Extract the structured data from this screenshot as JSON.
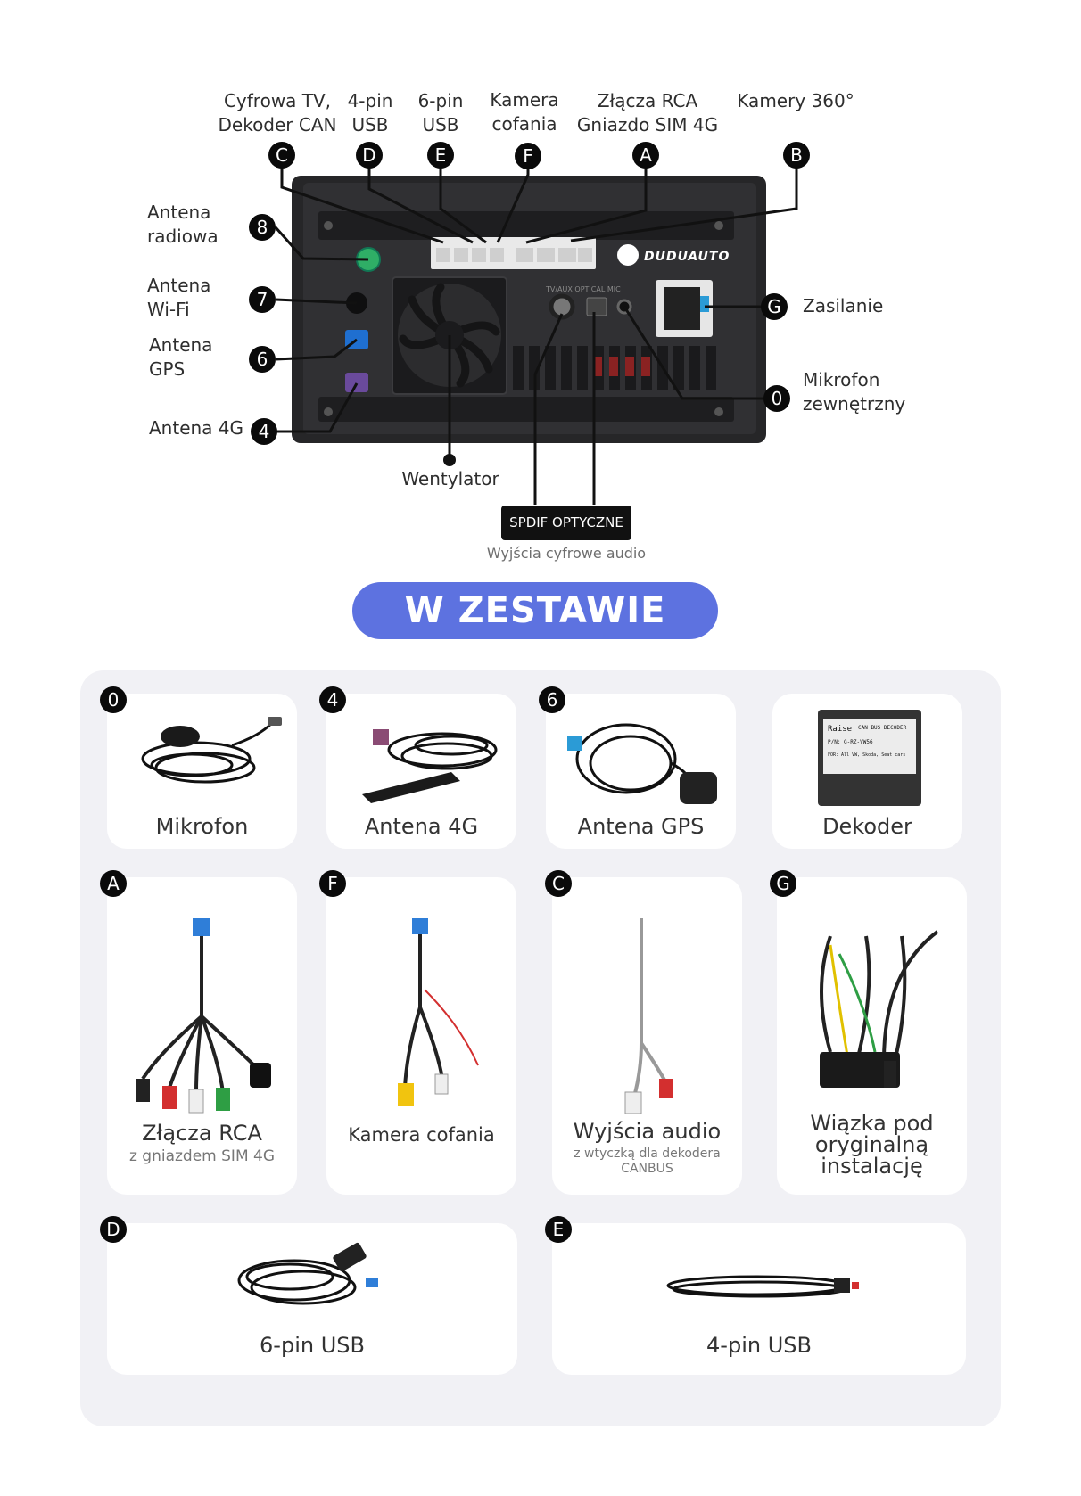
{
  "top_labels": [
    {
      "text": "Cyfrowa TV,\nDekoder CAN",
      "badge": "C"
    },
    {
      "text": "4-pin\nUSB",
      "badge": "D"
    },
    {
      "text": "6-pin\nUSB",
      "badge": "E"
    },
    {
      "text": "Kamera\ncofania",
      "badge": "F"
    },
    {
      "text": "Złącza RCA\nGniazdo SIM 4G",
      "badge": "A"
    },
    {
      "text": "Kamery 360°",
      "badge": "B"
    }
  ],
  "left_labels": [
    {
      "text": "Antena\nradiowa",
      "badge": "8"
    },
    {
      "text": "Antena\nWi-Fi",
      "badge": "7"
    },
    {
      "text": "Antena\nGPS",
      "badge": "6"
    },
    {
      "text": "Antena 4G",
      "badge": "4"
    }
  ],
  "right_labels": [
    {
      "text": "Zasilanie",
      "badge": "G"
    },
    {
      "text": "Mikrofon\nzewnętrzny",
      "badge": "0"
    }
  ],
  "fan_label": "Wentylator",
  "unit_brand": "DUDUAUTO",
  "unit_print": "TV/AUX OPTICAL MIC",
  "spdif_label": "SPDIF  OPTYCZNE",
  "spdif_sub": "Wyjścia cyfrowe audio",
  "section_title": "W ZESTAWIE",
  "kit": [
    {
      "badge": "0",
      "title": "Mikrofon",
      "sub": "",
      "icon": "microphone-icon"
    },
    {
      "badge": "4",
      "title": "Antena 4G",
      "sub": "",
      "icon": "antenna-4g-icon"
    },
    {
      "badge": "6",
      "title": "Antena GPS",
      "sub": "",
      "icon": "gps-antenna-icon"
    },
    {
      "badge": "",
      "title": "Dekoder",
      "sub": "",
      "icon": "decoder-icon"
    },
    {
      "badge": "A",
      "title": "Złącza RCA",
      "sub": "z gniazdem SIM 4G",
      "icon": "rca-cable-icon"
    },
    {
      "badge": "F",
      "title": "Kamera cofania",
      "sub": "",
      "icon": "camera-cable-icon"
    },
    {
      "badge": "C",
      "title": "Wyjścia audio",
      "sub": "z wtyczką dla dekodera\nCANBUS",
      "icon": "audio-cable-icon"
    },
    {
      "badge": "G",
      "title": "Wiązka pod\noryginalną\ninstalację",
      "sub": "",
      "icon": "harness-icon"
    },
    {
      "badge": "D",
      "title": "6-pin USB",
      "sub": "",
      "icon": "usb-6pin-icon"
    },
    {
      "badge": "E",
      "title": "4-pin USB",
      "sub": "",
      "icon": "usb-4pin-icon"
    }
  ],
  "decoder_print": {
    "brand": "Raise",
    "model": "CAN BUS DECODER",
    "pn": "P/N: G-RZ-VW56",
    "cars": "FOR: All VW, Skoda, Seat cars"
  },
  "colors": {
    "accent": "#5d72e0",
    "badge": "#0a0a0a",
    "panel": "#f1f1f5",
    "unit": "#2a2a2c"
  }
}
